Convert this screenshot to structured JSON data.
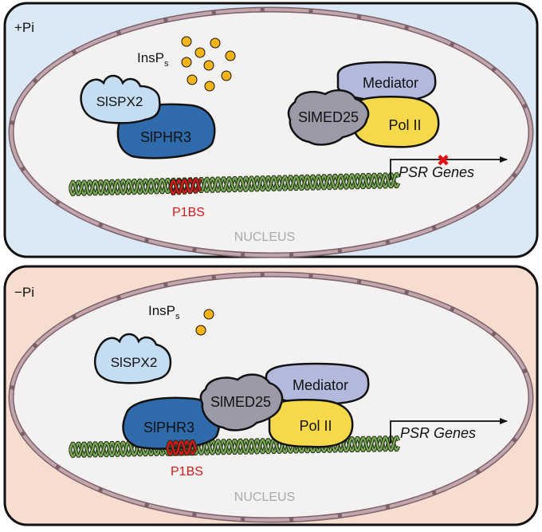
{
  "panels": [
    {
      "condition": "+Pi",
      "insp_base": "InsP",
      "insp_sub": "s",
      "spx": "SlSPX2",
      "phr": "SlPHR3",
      "med25": "SlMED25",
      "mediator": "Mediator",
      "pol": "Pol II",
      "genes": "PSR Genes",
      "p1bs": "P1BS",
      "nucleus": "NUCLEUS",
      "state": "repressed",
      "inhibited_marker": "✖"
    },
    {
      "condition": "−Pi",
      "insp_base": "InsP",
      "insp_sub": "s",
      "spx": "SlSPX2",
      "phr": "SlPHR3",
      "med25": "SlMED25",
      "mediator": "Mediator",
      "pol": "Pol II",
      "genes": "PSR Genes",
      "p1bs": "P1BS",
      "nucleus": "NUCLEUS",
      "state": "active"
    }
  ],
  "colors": {
    "top_bg": "#dbe8f5",
    "bottom_bg": "#f6ddd0",
    "nucleus_fill": "#f4f2f1",
    "envelope": "#b89aa0",
    "spx_fill": "#c5ddf2",
    "phr_fill": "#2f6bab",
    "med25_fill": "#9a9aa8",
    "mediator_fill": "#b3b9dc",
    "pol_fill": "#f6d94a",
    "insp_dot": "#f2b416",
    "dna": "#7aaa55",
    "p1bs": "#d21a1a",
    "inhibit": "#e01010"
  }
}
